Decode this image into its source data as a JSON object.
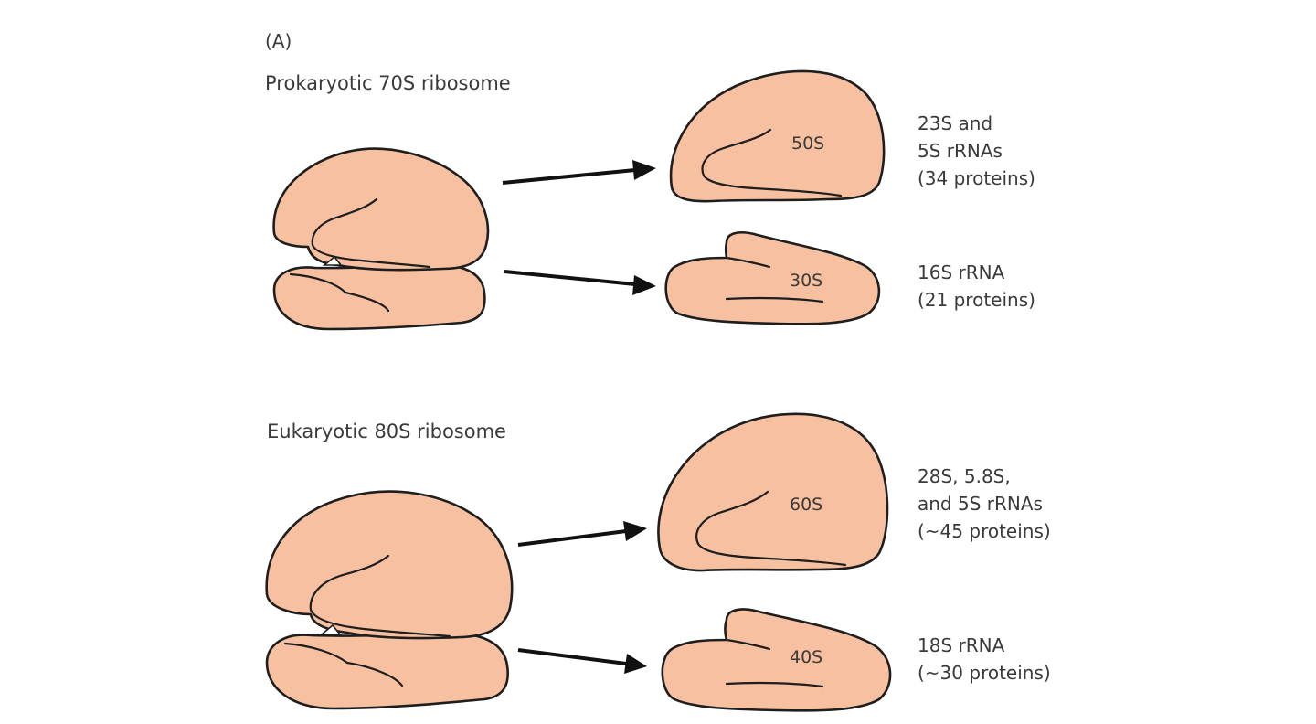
{
  "panel_label": "(A)",
  "prokaryotic": {
    "title": "Prokaryotic 70S ribosome",
    "large_subunit": {
      "label": "50S",
      "desc": [
        "23S and",
        "5S rRNAs",
        "(34 proteins)"
      ]
    },
    "small_subunit": {
      "label": "30S",
      "desc": [
        "16S rRNA",
        "(21 proteins)"
      ]
    }
  },
  "eukaryotic": {
    "title": "Eukaryotic 80S ribosome",
    "large_subunit": {
      "label": "60S",
      "desc": [
        "28S, 5.8S,",
        "and 5S rRNAs",
        "(~45 proteins)"
      ]
    },
    "small_subunit": {
      "label": "40S",
      "desc": [
        "18S rRNA",
        "(~30 proteins)"
      ]
    }
  },
  "colors": {
    "subunit_fill": "#f7c0a0",
    "outline": "#1e1e1e",
    "text": "#3a3a3a"
  }
}
